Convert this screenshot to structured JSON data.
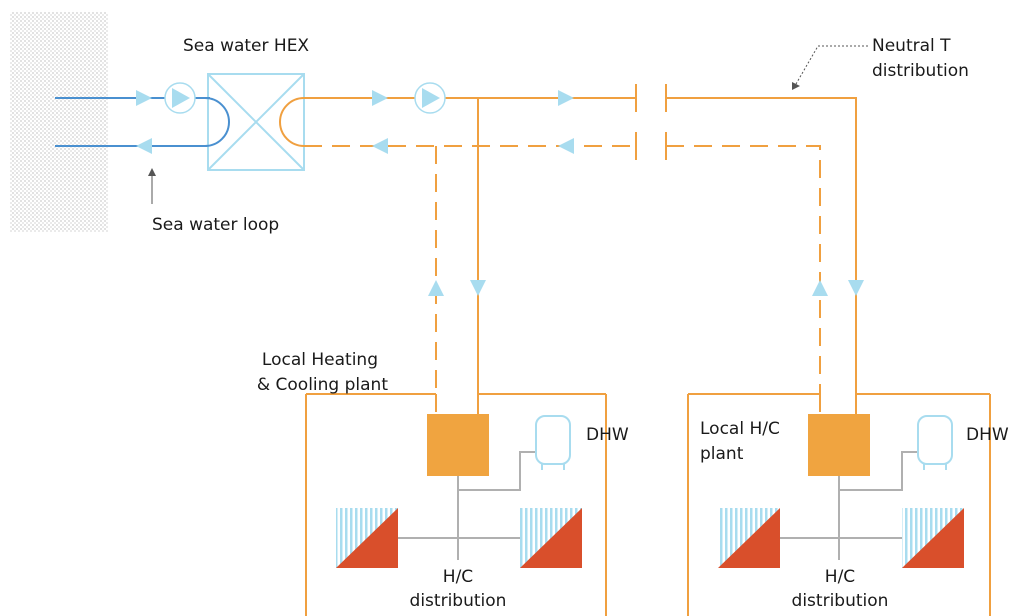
{
  "labels": {
    "sea_hex": "Sea water HEX",
    "sea_loop": "Sea water loop",
    "neutral_line1": "Neutral T",
    "neutral_line2": "distribution",
    "local_plant_line1": "Local Heating",
    "local_plant_line2": "& Cooling plant",
    "local_hc_line1": "Local H/C",
    "local_hc_line2": "plant",
    "dhw_left": "DHW",
    "dhw_right": "DHW",
    "dist_left_line1": "H/C",
    "dist_left_line2": "distribution",
    "dist_right_line1": "H/C",
    "dist_right_line2": "distribution"
  },
  "colors": {
    "sea_pipe": "#4a90d0",
    "network_pipe": "#f0a040",
    "arrow": "#a8dcef",
    "plant_box": "#f0a440",
    "grey_line": "#b0b0b0",
    "radiator_hot": "#d94f2b",
    "radiator_cold": "#a8dcef",
    "building_outline": "#f0a040"
  }
}
